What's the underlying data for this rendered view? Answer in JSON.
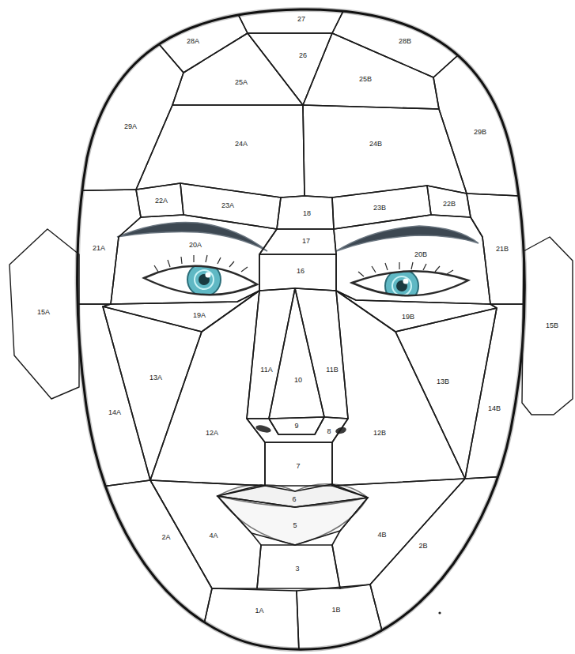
{
  "diagram": {
    "nodes": [
      {
        "text": [
          "27"
        ]
      },
      {
        "text": [
          "28A"
        ]
      },
      {
        "text": [
          "26"
        ]
      },
      {
        "text": [
          "28B"
        ]
      },
      {
        "text": [
          "25A"
        ]
      },
      {
        "text": [
          "25B"
        ]
      },
      {
        "text": [
          "29A"
        ]
      },
      {
        "text": [
          "24A"
        ]
      },
      {
        "text": [
          "24B"
        ]
      },
      {
        "text": [
          "29B"
        ]
      },
      {
        "text": [
          "22A"
        ]
      },
      {
        "text": [
          "23A"
        ]
      },
      {
        "text": [
          "18"
        ]
      },
      {
        "text": [
          "23B"
        ]
      },
      {
        "text": [
          "22B"
        ]
      },
      {
        "text": [
          "21A"
        ]
      },
      {
        "text": [
          "20A"
        ]
      },
      {
        "text": [
          "17"
        ]
      },
      {
        "text": [
          "20B"
        ]
      },
      {
        "text": [
          "21B"
        ]
      },
      {
        "text": [
          "16"
        ]
      },
      {
        "text": [
          "15A"
        ]
      },
      {
        "text": [
          "19A"
        ]
      },
      {
        "text": [
          "19B"
        ]
      },
      {
        "text": [
          "15B"
        ]
      },
      {
        "text": [
          "13A"
        ]
      },
      {
        "text": [
          "11A"
        ]
      },
      {
        "text": [
          "10"
        ]
      },
      {
        "text": [
          "11B"
        ]
      },
      {
        "text": [
          "13B"
        ]
      },
      {
        "text": [
          "14A"
        ]
      },
      {
        "text": [
          "12A"
        ]
      },
      {
        "text": [
          "12B"
        ]
      },
      {
        "text": [
          "14B"
        ]
      },
      {
        "text": [
          "9"
        ]
      },
      {
        "text": [
          "8"
        ]
      },
      {
        "text": [
          "7"
        ]
      },
      {
        "text": [
          "6"
        ]
      },
      {
        "text": [
          "2A"
        ]
      },
      {
        "text": [
          "4A"
        ]
      },
      {
        "text": [
          "5"
        ]
      },
      {
        "text": [
          "4B"
        ]
      },
      {
        "text": [
          "2B"
        ]
      },
      {
        "text": [
          "3"
        ]
      },
      {
        "text": [
          "1A"
        ]
      },
      {
        "text": [
          "1B"
        ]
      }
    ]
  }
}
